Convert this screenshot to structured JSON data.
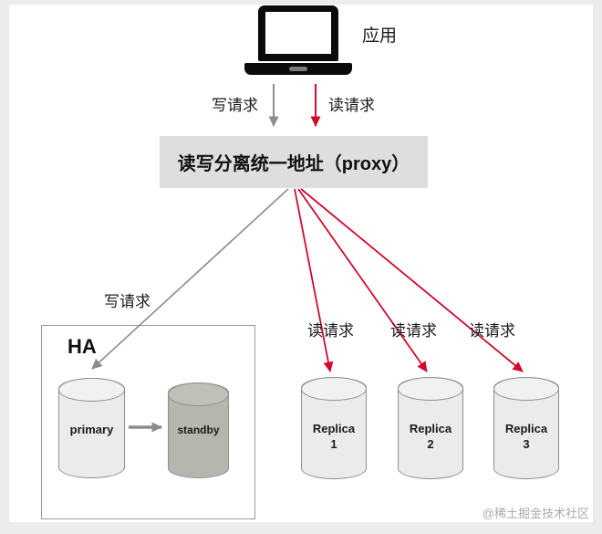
{
  "colors": {
    "write_arrow": "#8c8c8c",
    "read_arrow": "#cf0a2c",
    "proxy_box_bg": "#dedede"
  },
  "app_label": "应用",
  "top": {
    "write_label": "写请求",
    "read_label": "读请求"
  },
  "proxy_label": "读写分离统一地址（proxy）",
  "left_branch": {
    "write_label": "写请求"
  },
  "read_labels": [
    "读请求",
    "读请求",
    "读请求"
  ],
  "ha": {
    "title": "HA",
    "primary_label": "primary",
    "standby_label": "standby"
  },
  "replicas": [
    {
      "label": "Replica 1"
    },
    {
      "label": "Replica 2"
    },
    {
      "label": "Replica 3"
    }
  ],
  "watermark": "@稀土掘金技术社区"
}
